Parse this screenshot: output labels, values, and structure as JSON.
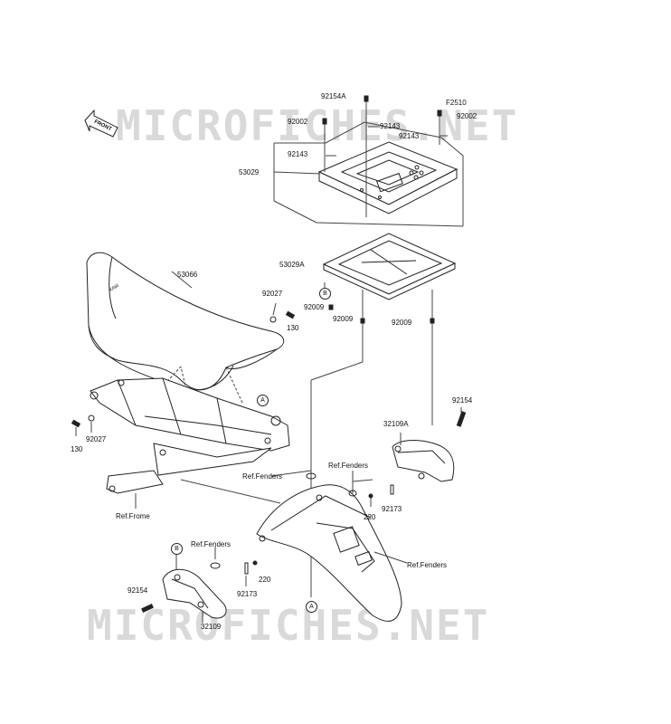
{
  "watermark": {
    "text": "MICROFICHES.NET"
  },
  "front_arrow": {
    "text": "FRONT"
  },
  "parts": {
    "p92154A": "92154A",
    "p92002_left": "92002",
    "p92143_center": "92143",
    "pF2510": "F2510",
    "p92002_right": "92002",
    "p92143_right": "92143",
    "p92143_left": "92143",
    "p53029": "53029",
    "p53029A": "53029A",
    "p92009_left": "92009",
    "p92009_center": "92009",
    "p92009_right": "92009",
    "p53066": "53066",
    "p92027_top": "92027",
    "p130_top": "130",
    "p130_left": "130",
    "p92027_left": "92027",
    "p92154_right": "92154",
    "p32109A": "32109A",
    "ref_fenders_1": "Ref.Fenders",
    "ref_fenders_2": "Ref.Fenders",
    "ref_fenders_3": "Ref.Fenders",
    "ref_fenders_4": "Ref.Fenders",
    "ref_frame": "Ref.Frome",
    "p220_right": "220",
    "p92173_right": "92173",
    "p220_left": "220",
    "p92173_left": "92173",
    "p92154_left": "92154",
    "p32109": "32109"
  },
  "markers": {
    "a": "A",
    "b": "B"
  }
}
